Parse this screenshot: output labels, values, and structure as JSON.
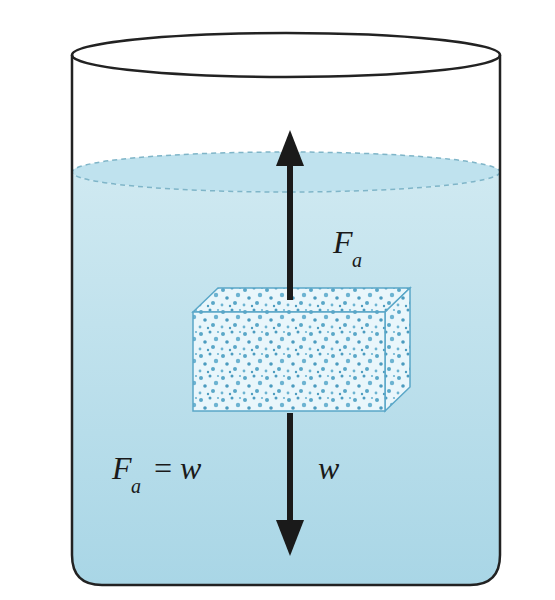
{
  "diagram": {
    "labels": [
      "F",
      "a",
      "F",
      "a",
      "=",
      "w",
      "w"
    ]
  }
}
